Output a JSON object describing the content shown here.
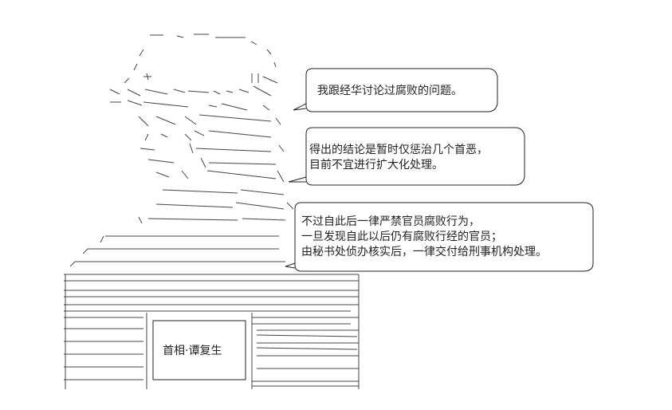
{
  "bubbles": [
    {
      "lines": [
        "我跟经华讨论过腐败的问题。"
      ]
    },
    {
      "lines": [
        "得出的结论是暂时仅惩治几个首恶，",
        "目前不宜进行扩大化处理。"
      ]
    },
    {
      "lines": [
        "不过自此后一律严禁官员腐败行为，",
        "一旦发现自此以后仍有腐败行经的官员；",
        "由秘书处侦办核实后，一律交付给刑事机构处理。"
      ]
    }
  ],
  "nameplate": {
    "text": "首相·谭复生"
  },
  "colors": {
    "ink": "#222222",
    "background": "#ffffff"
  }
}
